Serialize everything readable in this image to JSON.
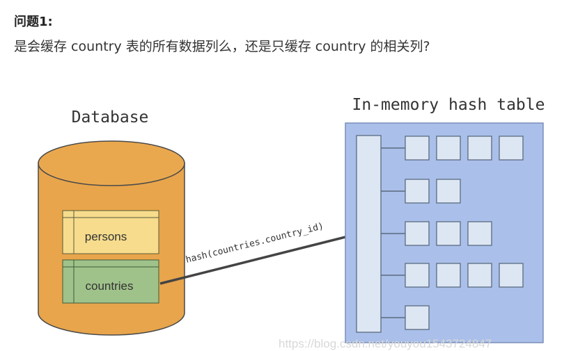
{
  "question": {
    "title": "问题1:",
    "text": "是会缓存 country 表的所有数据列么，还是只缓存 country 的相关列?"
  },
  "diagram": {
    "database_label": "Database",
    "hash_table_label": "In-memory hash table",
    "tables": [
      {
        "name": "persons",
        "color": "#f6dc8c"
      },
      {
        "name": "countries",
        "color": "#9fc28a"
      }
    ],
    "arrow_label": "hash(countries.country_id)",
    "bucket_counts": [
      4,
      2,
      3,
      4,
      1
    ],
    "colors": {
      "cylinder": "#e8a54b",
      "hash_panel": "#aabfe9",
      "bucket_fill": "#dde7f3"
    }
  },
  "watermark": "https://blog.csdn.net/youyou1543724847"
}
